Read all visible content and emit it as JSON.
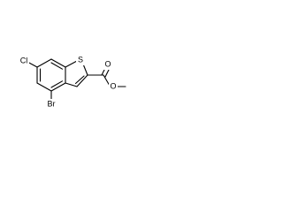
{
  "molecule": {
    "atoms": {
      "cl": "Cl",
      "br": "Br",
      "s": "S",
      "o_carbonyl": "O",
      "o_ester": "O"
    }
  }
}
